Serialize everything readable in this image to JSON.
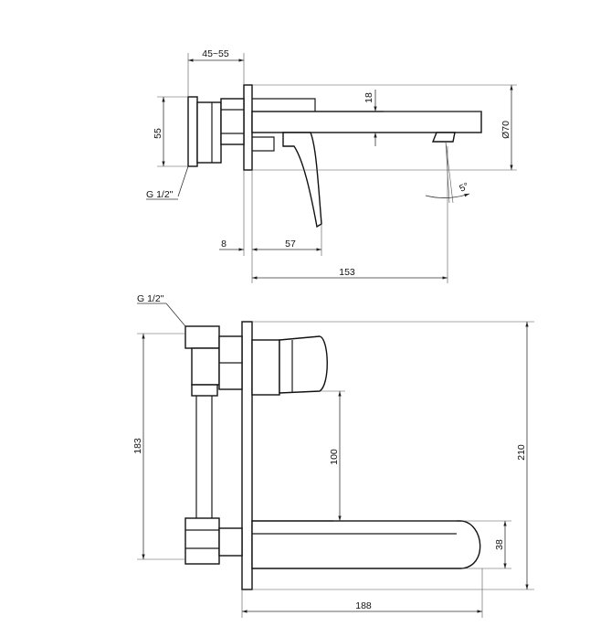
{
  "labels": {
    "width_range": "45~55",
    "dim_18": "18",
    "dim_55": "55",
    "dim_d70": "Ø70",
    "thread_top": "G 1/2\"",
    "angle_5": "5°",
    "dim_8": "8",
    "dim_57": "57",
    "dim_153": "153",
    "thread_bottom": "G 1/2\"",
    "dim_183": "183",
    "dim_100": "100",
    "dim_210": "210",
    "dim_38": "38",
    "dim_188": "188"
  },
  "colors": {
    "line": "#111111",
    "background": "#ffffff"
  }
}
